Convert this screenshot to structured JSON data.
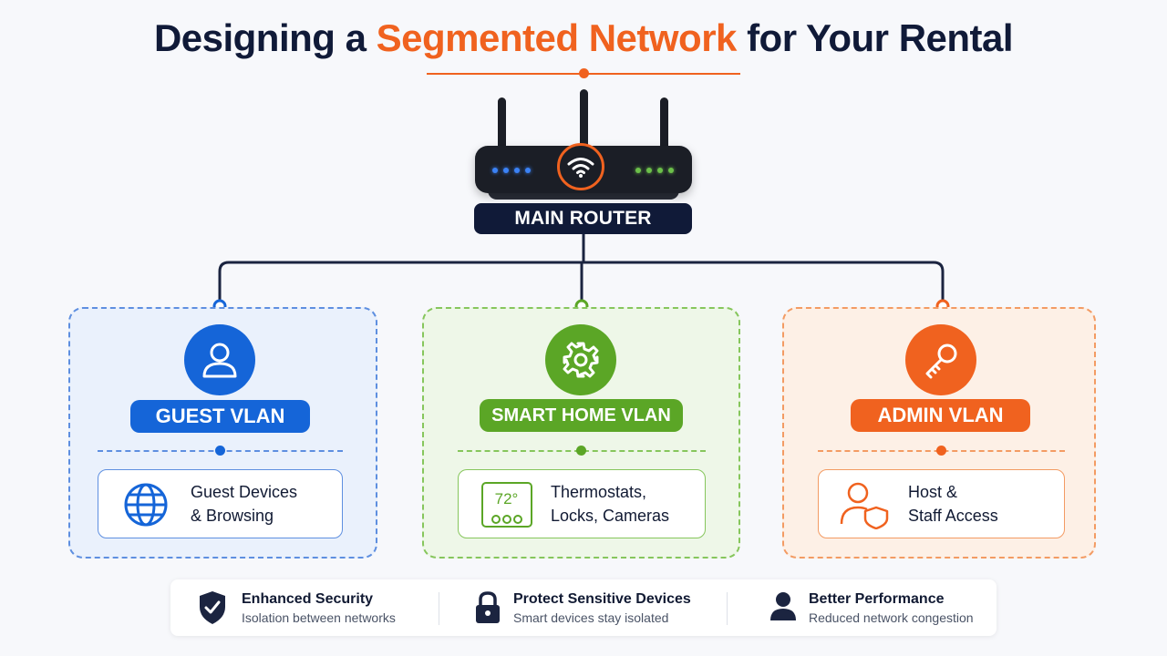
{
  "title": {
    "prefix": "Designing a ",
    "highlight": "Segmented Network",
    "suffix": " for Your Rental"
  },
  "router": {
    "label": "MAIN ROUTER",
    "icon": "wifi-icon"
  },
  "vlans": [
    {
      "label": "GUEST VLAN",
      "icon": "user-icon",
      "color": "#1565d8",
      "device_icon": "globe-icon",
      "device_line1": "Guest Devices",
      "device_line2": "& Browsing"
    },
    {
      "label": "SMART HOME VLAN",
      "icon": "gear-icon",
      "color": "#5ba626",
      "device_icon": "thermostat-icon",
      "device_icon_text": "72°",
      "device_line1": "Thermostats,",
      "device_line2": "Locks, Cameras"
    },
    {
      "label": "ADMIN VLAN",
      "icon": "key-icon",
      "color": "#f0621f",
      "device_icon": "user-shield-icon",
      "device_line1": "Host &",
      "device_line2": "Staff Access"
    }
  ],
  "benefits": [
    {
      "icon": "shield-check-icon",
      "title": "Enhanced Security",
      "subtitle": "Isolation between networks"
    },
    {
      "icon": "lock-icon",
      "title": "Protect Sensitive Devices",
      "subtitle": "Smart devices stay isolated"
    },
    {
      "icon": "person-icon",
      "title": "Better Performance",
      "subtitle": "Reduced network congestion"
    }
  ],
  "colors": {
    "navy": "#101a38",
    "accent": "#f0621f",
    "blue": "#1565d8",
    "green": "#5ba626",
    "orange": "#f0621f"
  }
}
